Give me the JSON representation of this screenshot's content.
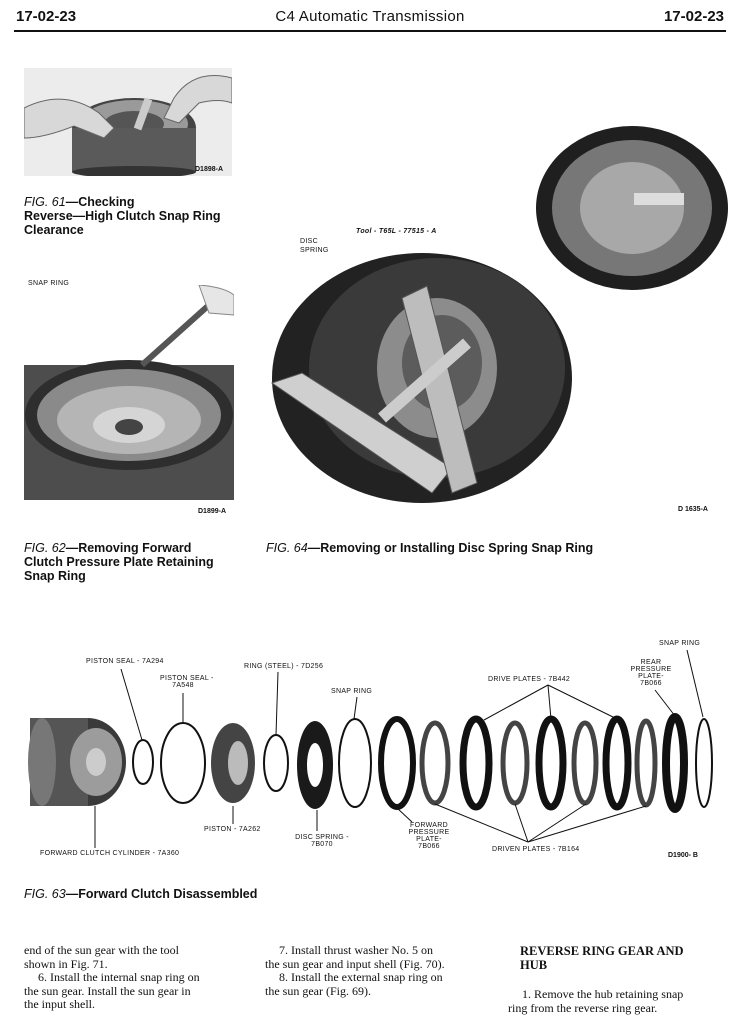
{
  "header": {
    "page_left": "17-02-23",
    "title": "C4 Automatic Transmission",
    "page_right": "17-02-23"
  },
  "fig61": {
    "code": "D1898-A",
    "num": "FIG. 61",
    "caption_line1": "—Checking",
    "caption_line2": "Reverse—High Clutch Snap Ring",
    "caption_line3": "Clearance"
  },
  "fig62": {
    "code": "D1899-A",
    "label_snap_ring": "SNAP RING",
    "num": "FIG. 62",
    "caption_line1": "—Removing Forward",
    "caption_line2": "Clutch Pressure Plate Retaining",
    "caption_line3": "Snap Ring"
  },
  "fig64": {
    "code": "D 1635-A",
    "label_tool": "Tool - T65L - 77515 - A",
    "label_disc": "DISC",
    "label_spring": "SPRING",
    "num": "FIG. 64",
    "caption": "—Removing or Installing Disc Spring Snap Ring"
  },
  "fig63": {
    "code": "D1900- B",
    "num": "FIG. 63",
    "caption": "—Forward Clutch Disassembled",
    "labels": {
      "piston_seal_1": "PISTON SEAL - 7A294",
      "piston_seal_2a": "PISTON SEAL -",
      "piston_seal_2b": "7A548",
      "ring_steel": "RING (STEEL) - 7D256",
      "snap_ring_mid": "SNAP RING",
      "drive_plates": "DRIVE PLATES - 7B442",
      "rear_a": "REAR",
      "rear_b": "PRESSURE",
      "rear_c": "PLATE-",
      "rear_d": "7B066",
      "snap_ring_right": "SNAP RING",
      "piston": "PISTON - 7A262",
      "disc_spring_a": "DISC SPRING -",
      "disc_spring_b": "7B070",
      "forward_a": "FORWARD",
      "forward_b": "PRESSURE",
      "forward_c": "PLATE-",
      "forward_d": "7B066",
      "driven_plates": "DRIVEN PLATES - 7B164",
      "cylinder": "FORWARD CLUTCH CYLINDER - 7A360"
    }
  },
  "text": {
    "col1_line1": "end of the sun gear with the tool",
    "col1_line2": "shown in Fig. 71.",
    "col1_line3": "6. Install the internal snap ring on",
    "col1_line4": "the sun gear. Install the sun gear in",
    "col1_line5": "the input shell.",
    "col2_line1": "7. Install thrust washer No. 5 on",
    "col2_line2": "the sun gear and input shell (Fig. 70).",
    "col2_line3": "8. Install the external snap ring on",
    "col2_line4": "the sun gear (Fig. 69).",
    "col3_heading_line1": "REVERSE RING GEAR AND",
    "col3_heading_line2": "HUB",
    "col3_line1": "1. Remove the hub retaining snap",
    "col3_line2": "ring from the reverse ring gear."
  }
}
